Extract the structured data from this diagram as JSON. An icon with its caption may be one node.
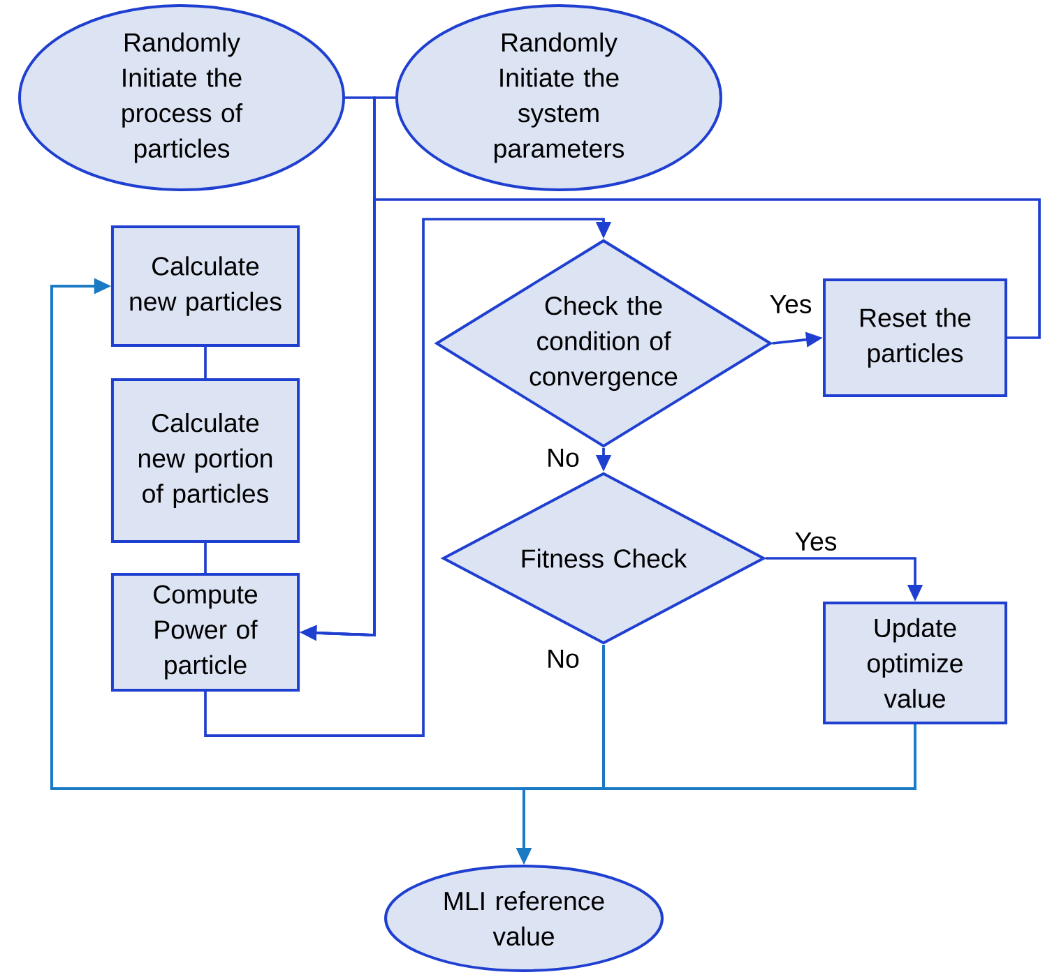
{
  "diagram": {
    "nodes": [
      {
        "text": [
          "Randomly Initiate the process of particles"
        ]
      },
      {
        "text": [
          "Randomly Initiate the system parameters"
        ]
      },
      {
        "text": [
          "Calculate new particles"
        ]
      },
      {
        "text": [
          "Calculate new portion of particles"
        ]
      },
      {
        "text": [
          "Compute Power of particle"
        ]
      },
      {
        "text": [
          "Check the condition of convergence"
        ]
      },
      {
        "text": [
          "Reset the particles"
        ]
      },
      {
        "text": [
          "Fitness Check"
        ]
      },
      {
        "text": [
          "Update optimize value"
        ]
      },
      {
        "text": [
          "MLI reference value"
        ]
      }
    ],
    "edges": [
      {
        "from": 0,
        "to": 4,
        "arrow": "to"
      },
      {
        "from": 1,
        "to": 4,
        "arrow": "to"
      },
      {
        "from": 6,
        "to": 4,
        "arrow": "to"
      },
      {
        "from": 4,
        "to": 5,
        "arrow": "to"
      },
      {
        "from": 2,
        "to": 3,
        "arrow": "none"
      },
      {
        "from": 3,
        "to": 4,
        "arrow": "none"
      },
      {
        "from": 5,
        "to": 6,
        "arrow": "to",
        "label": "Yes"
      },
      {
        "from": 5,
        "to": 7,
        "arrow": "to",
        "label": "No"
      },
      {
        "from": 7,
        "to": 8,
        "arrow": "to",
        "label": "Yes"
      },
      {
        "from": 7,
        "to": 9,
        "arrow": "to",
        "label": "No"
      },
      {
        "from": 7,
        "to": 2,
        "arrow": "to",
        "color": "#1a7ac4"
      },
      {
        "from": 8,
        "to": 9,
        "arrow": "to",
        "color": "#1a7ac4"
      },
      {
        "from": 8,
        "to": 2,
        "arrow": "to",
        "color": "#1a7ac4"
      }
    ]
  }
}
